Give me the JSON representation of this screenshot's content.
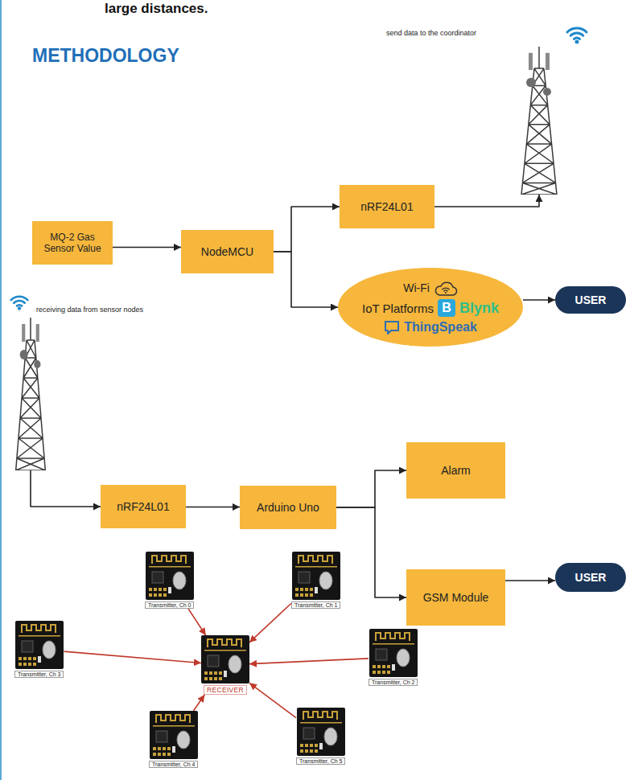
{
  "diagram": {
    "title": "METHODOLOGY",
    "nodes": [
      {
        "text": [
          "send data to the coordinator"
        ]
      },
      {
        "text": [
          "MQ-2 Gas Sensor Value"
        ]
      },
      {
        "text": [
          "NodeMCU"
        ]
      },
      {
        "text": [
          "nRF24L01"
        ]
      },
      {
        "text": [
          "Wi-Fi",
          "IoT Platforms",
          "B",
          "Blynk",
          "ThingSpeak"
        ]
      },
      {
        "text": [
          "USER"
        ]
      },
      {
        "text": [
          "receiving data from sensor nodes"
        ]
      },
      {
        "text": [
          "nRF24L01"
        ]
      },
      {
        "text": [
          "Arduino Uno"
        ]
      },
      {
        "text": [
          "Alarm"
        ]
      },
      {
        "text": [
          "GSM Module"
        ]
      },
      {
        "text": [
          "USER"
        ]
      },
      {
        "text": [
          "Transmitter, Ch 0"
        ]
      },
      {
        "text": [
          "Transmitter, Ch 1"
        ]
      },
      {
        "text": [
          "Transmitter, Ch 3"
        ]
      },
      {
        "text": [
          "RECEIVER"
        ]
      },
      {
        "text": [
          "Transmitter, Ch 2"
        ]
      },
      {
        "text": [
          "Transmitter, Ch 4"
        ]
      },
      {
        "text": [
          "Transmitter, Ch 5"
        ]
      }
    ],
    "edges": [
      {
        "from": 1,
        "to": 2,
        "arrow": "to"
      },
      {
        "from": 2,
        "to": 3,
        "arrow": "to"
      },
      {
        "from": 2,
        "to": 4,
        "arrow": "to"
      },
      {
        "from": 4,
        "to": 5,
        "arrow": "to"
      },
      {
        "from": 3,
        "to": 0,
        "arrow": "to"
      },
      {
        "from": 6,
        "to": 7,
        "arrow": "to"
      },
      {
        "from": 7,
        "to": 8,
        "arrow": "to"
      },
      {
        "from": 8,
        "to": 9,
        "arrow": "to"
      },
      {
        "from": 8,
        "to": 10,
        "arrow": "to"
      },
      {
        "from": 10,
        "to": 11,
        "arrow": "to"
      },
      {
        "from": 12,
        "to": 15,
        "arrow": "to"
      },
      {
        "from": 13,
        "to": 15,
        "arrow": "to"
      },
      {
        "from": 14,
        "to": 15,
        "arrow": "to"
      },
      {
        "from": 16,
        "to": 15,
        "arrow": "to"
      },
      {
        "from": 17,
        "to": 15,
        "arrow": "to"
      },
      {
        "from": 18,
        "to": 15,
        "arrow": "to"
      }
    ],
    "labels": [
      "large distances."
    ]
  }
}
